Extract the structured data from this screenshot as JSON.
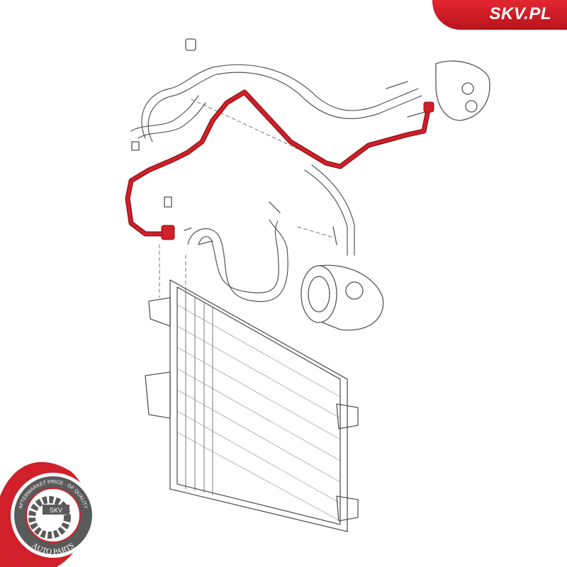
{
  "brand": {
    "site": "SKV.PL"
  },
  "badge": {
    "top_text": "AFTERMARKET PRICE · OF QUALITY",
    "center_text": "SKV",
    "bottom_text": "AUTO PARTS"
  },
  "colors": {
    "accent": "#d0202a",
    "line": "#555555",
    "badge_grey": "#5a5a5a"
  }
}
